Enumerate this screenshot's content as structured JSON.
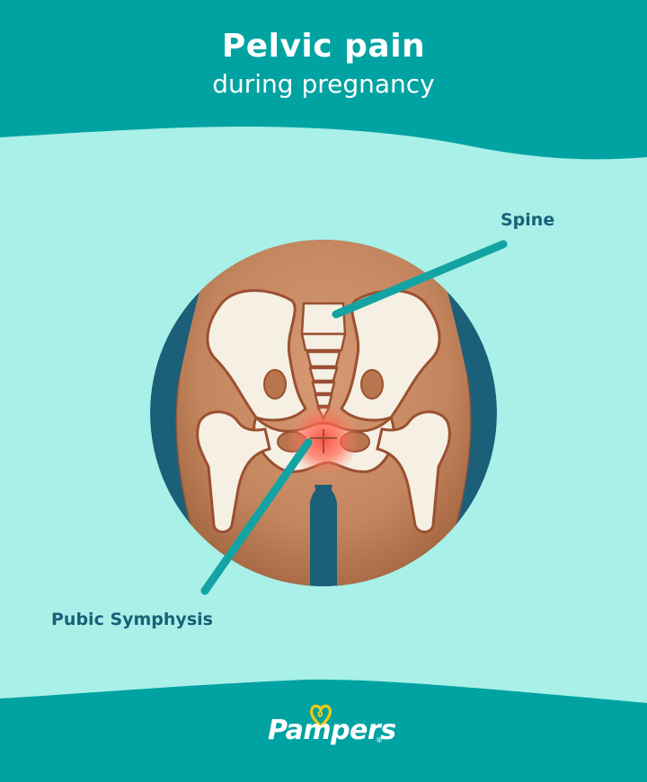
{
  "header": {
    "title": "Pelvic pain",
    "subtitle": "during pregnancy"
  },
  "labels": {
    "spine": "Spine",
    "pubic_symphysis": "Pubic Symphysis"
  },
  "footer": {
    "brand": "Pampers",
    "registered_mark": "®"
  },
  "icons": {
    "brand_heart": "heart-loop-icon"
  },
  "colors": {
    "header_teal": "#00a3a2",
    "background_mint": "#a8f0e8",
    "circle_navy": "#1c5f78",
    "skin": "#c98b66",
    "bone": "#f5efe4",
    "bone_outline": "#9a5030",
    "pain_highlight": "#ff5a4a",
    "pointer_teal": "#14a3a3",
    "label_navy": "#1b5f78",
    "logo_yellow": "#f2c811"
  }
}
